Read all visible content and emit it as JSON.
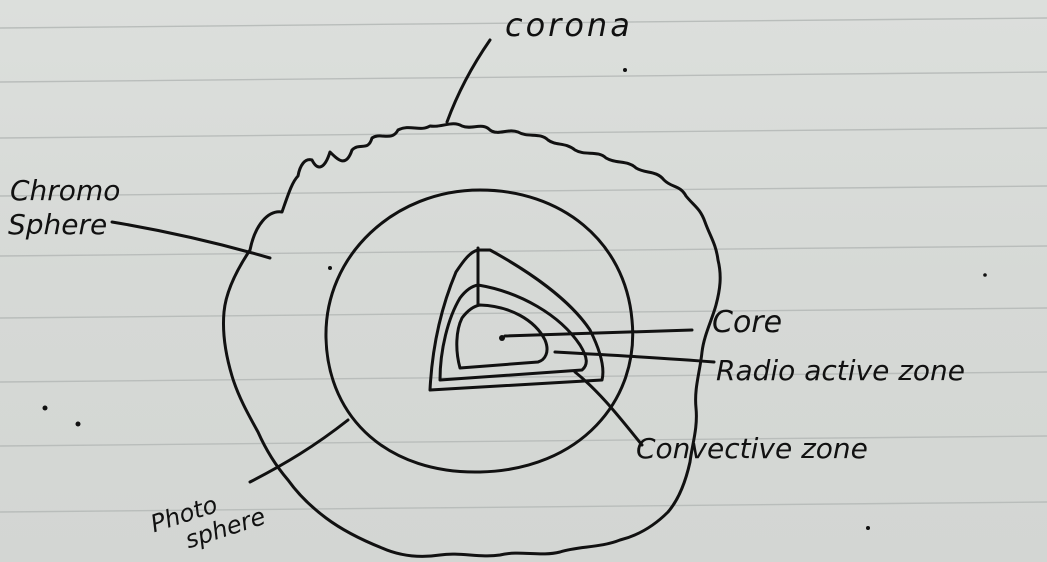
{
  "labels": {
    "corona": "corona",
    "chromosphere_line1": "Chromo",
    "chromosphere_line2": "Sphere",
    "core": "Core",
    "radio_active_zone": "Radio active zone",
    "convective_zone": "Convective zone",
    "photosphere_line1": "Photo",
    "photosphere_line2": "sphere"
  },
  "colors": {
    "paper": "#d9dcd9",
    "ink": "#111111",
    "rule_lines": "#b9bdbb"
  }
}
